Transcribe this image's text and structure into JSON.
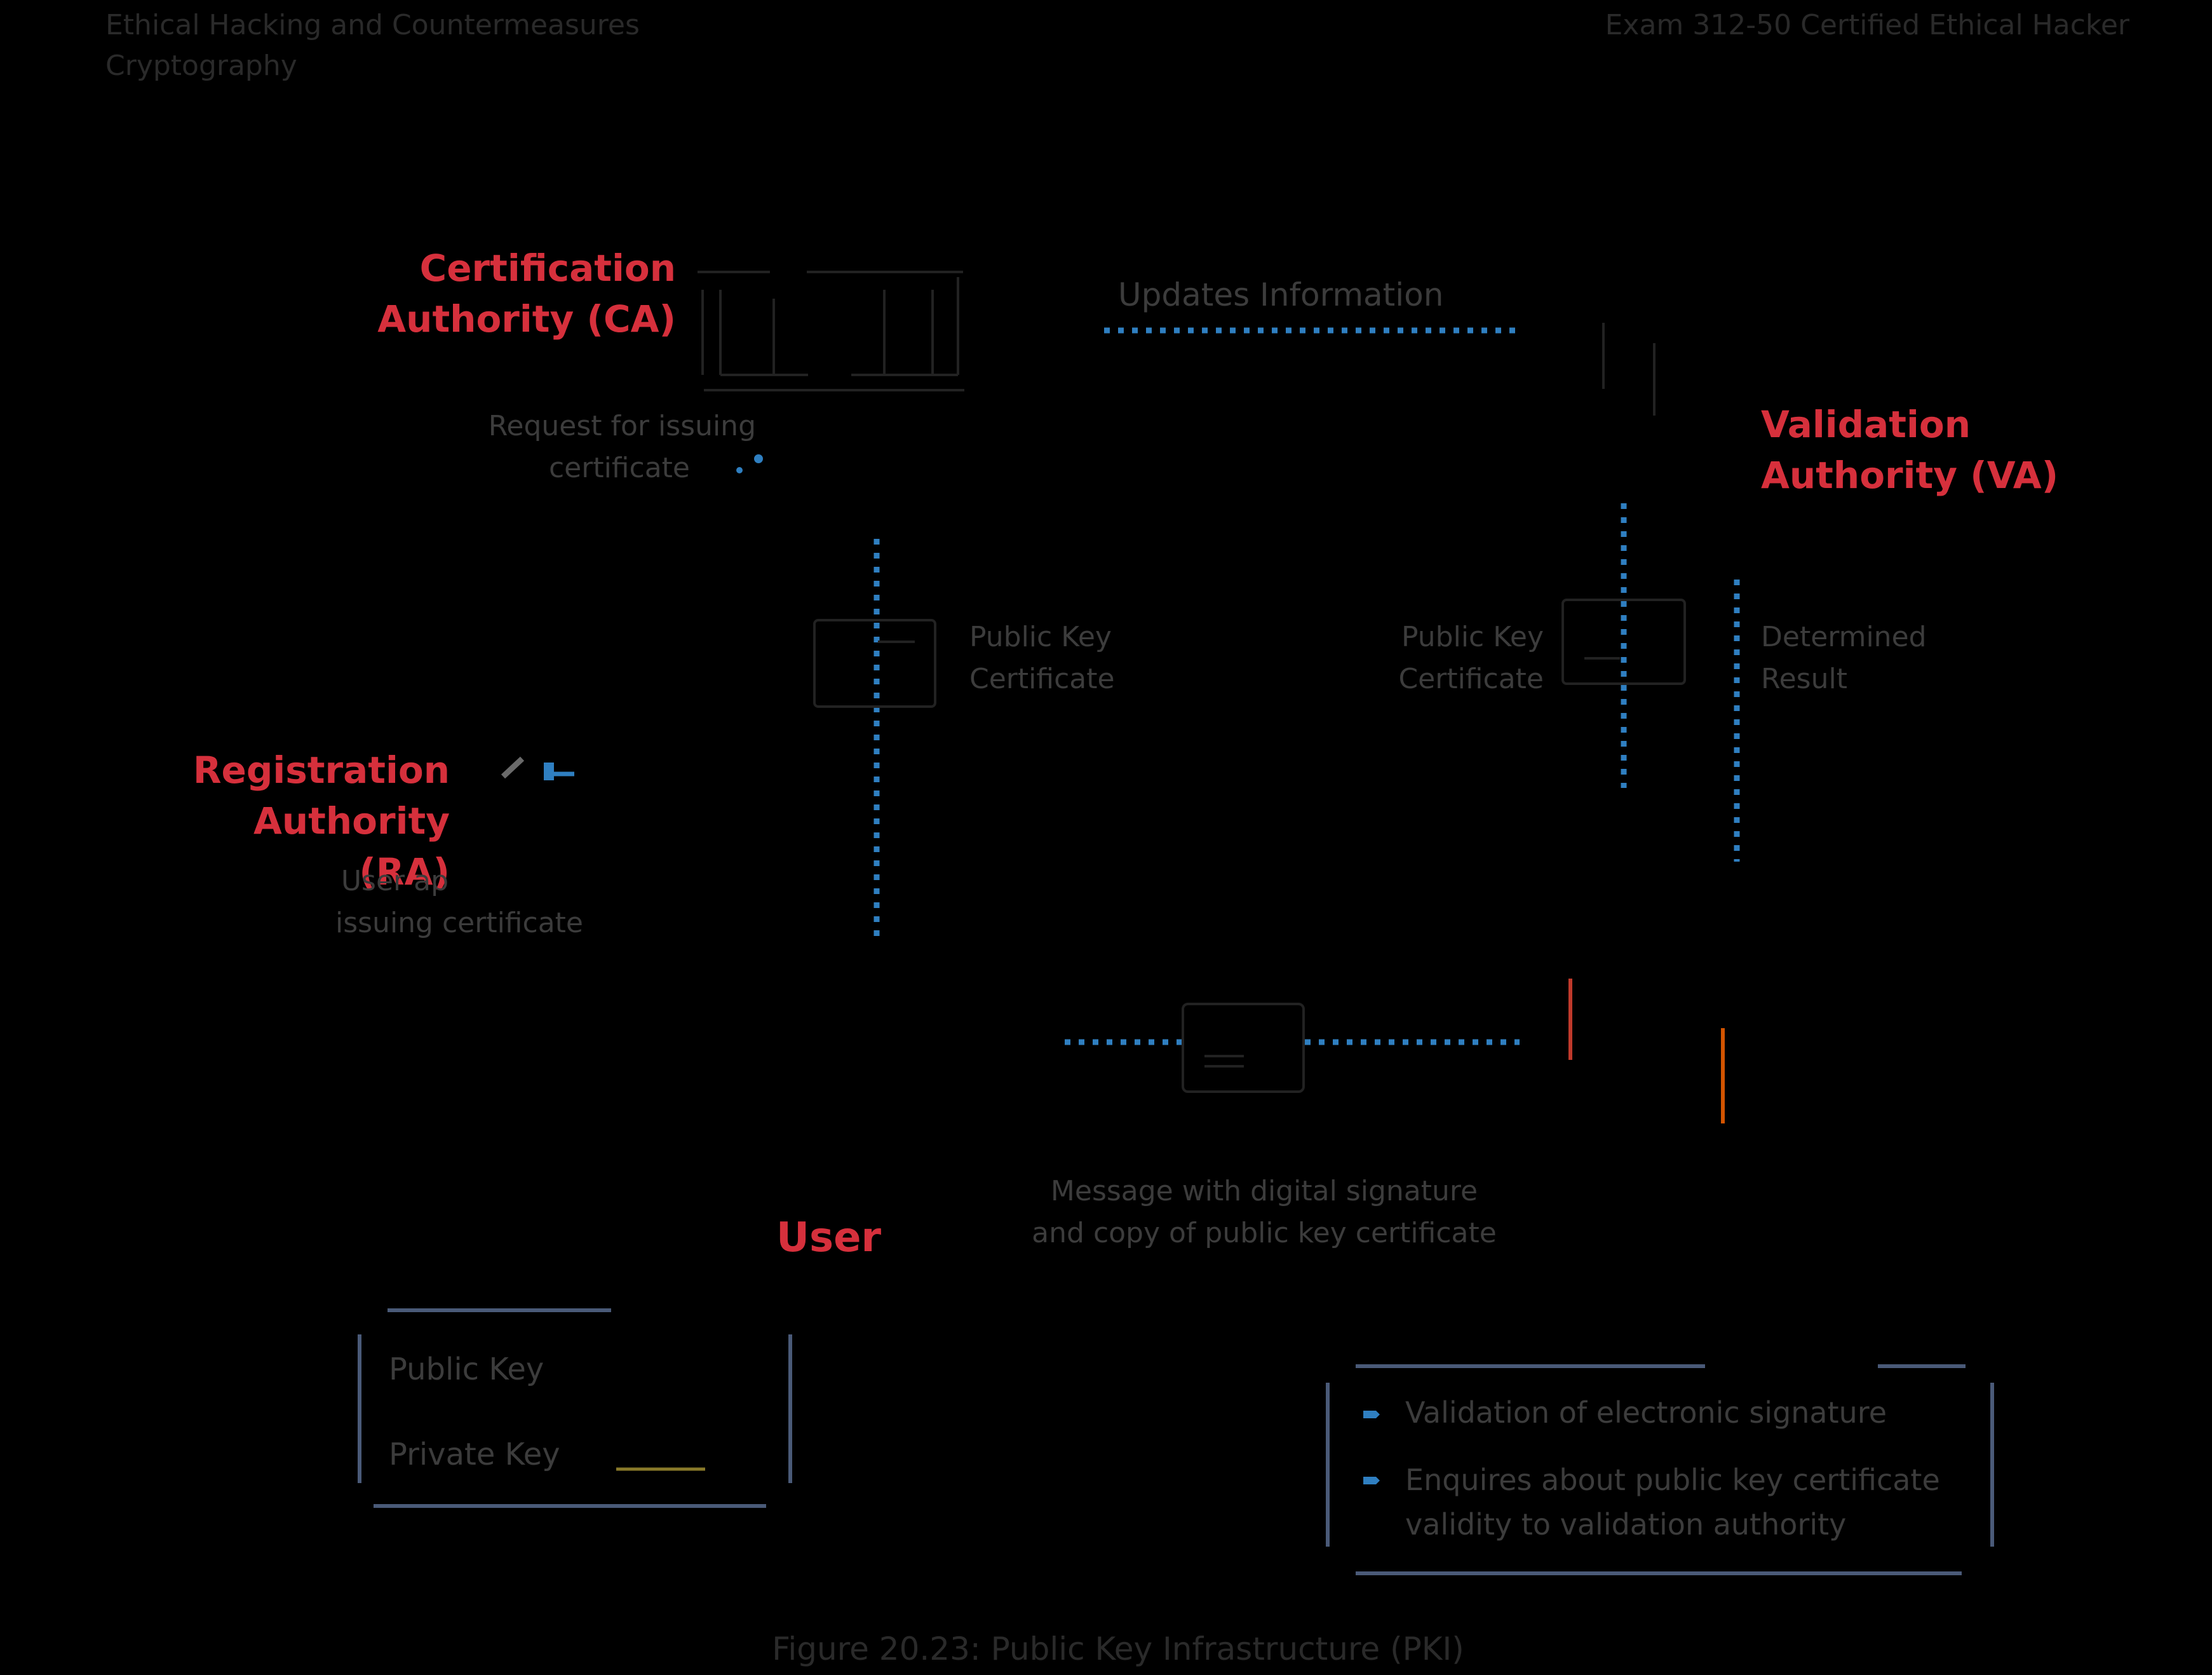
{
  "header": {
    "left_line1": "Ethical Hacking and Countermeasures",
    "left_line2": "Cryptography",
    "right": "Exam 312-50 Certified Ethical Hacker"
  },
  "nodes": {
    "ca": {
      "line1": "Certification",
      "line2": "Authority (CA)"
    },
    "va": {
      "line1": "Validation",
      "line2": "Authority (VA)"
    },
    "ra": {
      "line1": "Registration",
      "line2": "Authority (RA)"
    },
    "user": {
      "label": "User"
    }
  },
  "labels": {
    "updates": "Updates Information",
    "request_line1": "Request for issuing",
    "request_line2": "certificate",
    "pkc_left_line1": "Public Key",
    "pkc_left_line2": "Certificate",
    "pkc_right_line1": "Public Key",
    "pkc_right_line2": "Certificate",
    "determined_line1": "Determined",
    "determined_line2": "Result",
    "user_apply_line1": "User ap",
    "user_apply_line2": "issuing certificate",
    "message_line1": "Message with digital signature",
    "message_line2": "and copy of public key certificate"
  },
  "key_legend": {
    "public": "Public Key",
    "private": "Private Key"
  },
  "steps_legend": {
    "items": [
      "Validation of electronic signature",
      "Enquires about public key certificate validity to validation authority"
    ],
    "item2_line1": "Enquires about public key certificate",
    "item2_line2": "validity to validation authority"
  },
  "caption": "Figure 20.23: Public Key Infrastructure (PKI)",
  "colors": {
    "accent_red": "#d6303c",
    "dotted_blue": "#2f7fc1",
    "text_grey": "#3c3c3c",
    "legend_border": "#4a5a78",
    "private_key_line": "#8a7a2a"
  }
}
